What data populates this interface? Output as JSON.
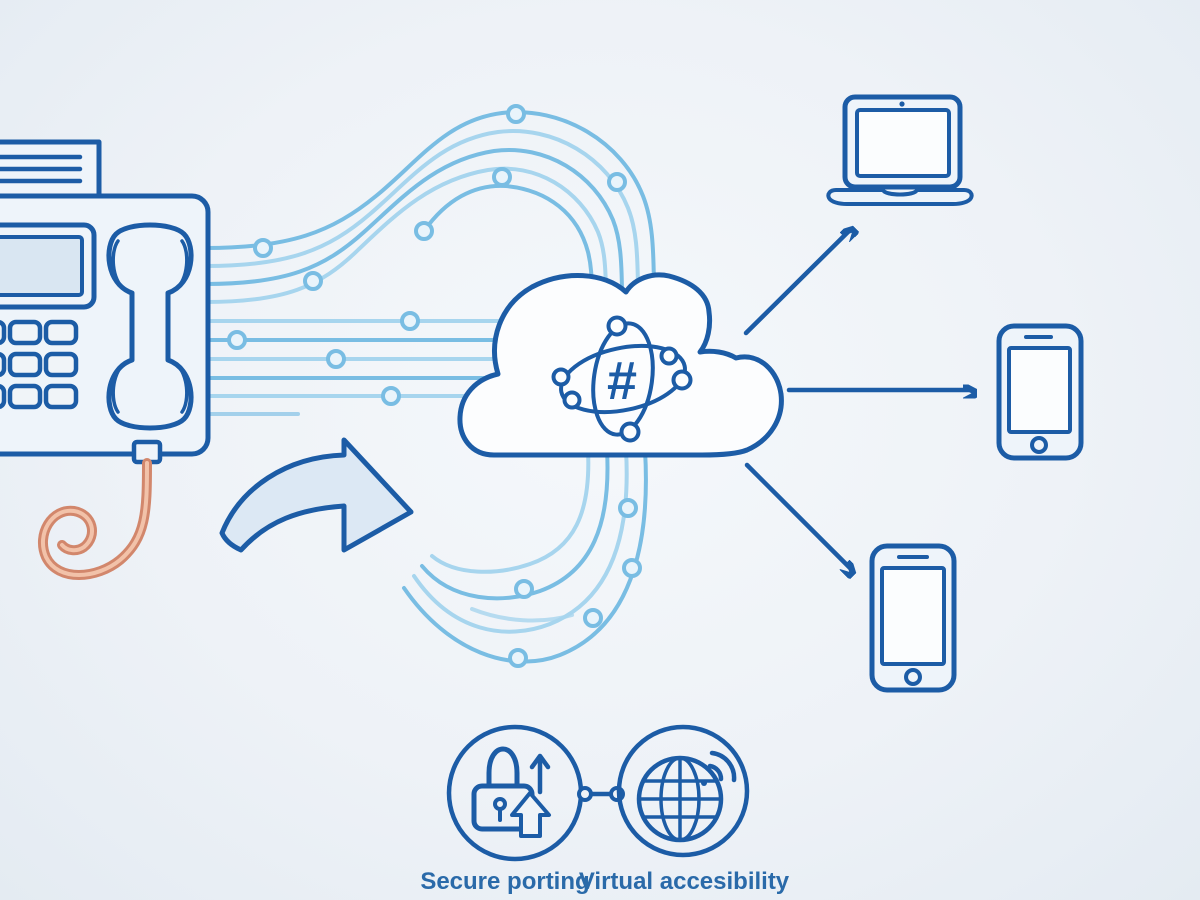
{
  "labels": {
    "secure_porting": "Secure porting",
    "virtual_accessibility": "Virtual accesibility"
  },
  "cloud": {
    "symbol": "#"
  },
  "icons": {
    "source_device": "landline-fax-phone-icon",
    "cord": "coiled-phone-cord-icon",
    "transfer": "curved-swoosh-arrow-icon",
    "network": "flow-lines-with-nodes",
    "hub": "cloud-hash-atom-icon",
    "target_devices": [
      "laptop-icon",
      "smartphone-icon",
      "smartphone-icon"
    ],
    "badge_left": "padlock-upload-arrows-icon",
    "badge_right": "globe-wifi-icon"
  },
  "colors": {
    "ink": "#1c5ca6",
    "ink-text": "#2a6aa9",
    "sky1": "#79bde3",
    "sky2": "#a7d5ee",
    "node-fill": "#e9f4fb",
    "device-fill": "#eef4fa",
    "screen-fill": "#d9e6f2",
    "cloud-fill": "#fcfdfe",
    "swoosh-fill": "#dce8f4",
    "badge-fill": "#f0f4f8",
    "cord": "#d2876c",
    "cord-light": "#f2c2a9",
    "bg-inner": "#f5f8fb",
    "bg-outer": "#e4ebf2"
  }
}
